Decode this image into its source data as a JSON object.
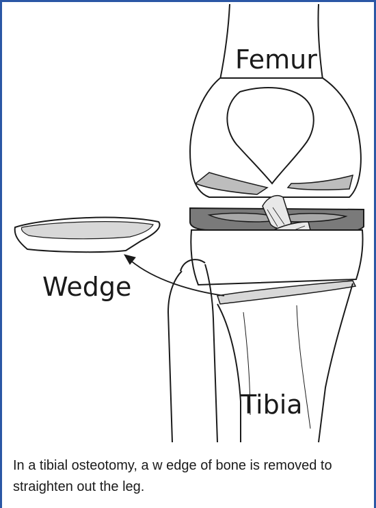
{
  "labels": {
    "femur": "Femur",
    "wedge": "Wedge",
    "tibia": "Tibia"
  },
  "caption": "In a tibial osteotomy, a w edge of bone is removed to straighten out the leg.",
  "colors": {
    "frame": "#2b57a5",
    "outline": "#1a1a1a",
    "cartilage": "#6e6e6e",
    "cut_surface": "#d8d8d8",
    "ligament": "#e8e8e8"
  }
}
